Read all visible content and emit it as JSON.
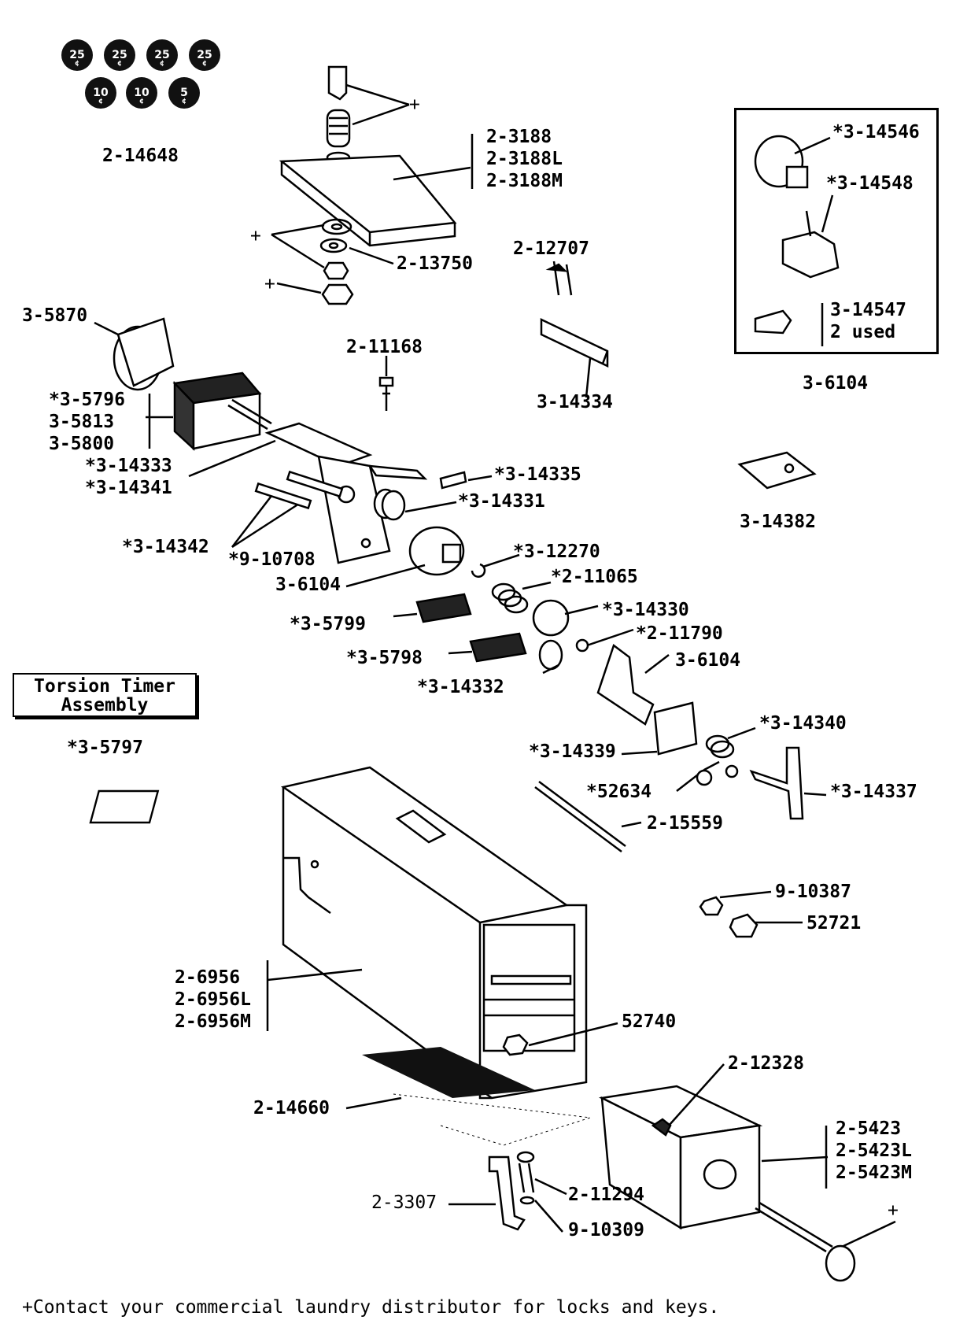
{
  "coins": {
    "row1": [
      "25",
      "25",
      "25",
      "25"
    ],
    "row2": [
      "10",
      "10",
      "5"
    ],
    "unit": "¢"
  },
  "title": [
    "Torsion Timer",
    "Assembly"
  ],
  "footnote": "+Contact your commercial laundry distributor for locks and keys.",
  "inset": {
    "labels": {
      "a": "*3-14546",
      "b": "*3-14548",
      "c": [
        "3-14547",
        "2 used"
      ]
    },
    "caption": "3-6104"
  },
  "parts": {
    "p14648": "2-14648",
    "p3188": [
      "2-3188",
      "2-3188L",
      "2-3188M"
    ],
    "plus1": "+",
    "plus2": "+",
    "plus3": "+",
    "p13750": "2-13750",
    "p12707": "2-12707",
    "p5870": "3-5870",
    "p11168": "2-11168",
    "p14334": "3-14334",
    "p5796": [
      "*3-5796",
      "3-5813",
      "3-5800"
    ],
    "p14333": [
      "*3-14333",
      "*3-14341"
    ],
    "p14335": "*3-14335",
    "p14331": "*3-14331",
    "p14382": "3-14382",
    "p14342": "*3-14342",
    "p10708": "*9-10708",
    "p6104a": "3-6104",
    "p12270": "*3-12270",
    "p11065": "*2-11065",
    "p5799": "*3-5799",
    "p14330": "*3-14330",
    "p11790": "*2-11790",
    "p5798": "*3-5798",
    "p6104b": "3-6104",
    "p14332": "*3-14332",
    "p5797": "*3-5797",
    "p14340": "*3-14340",
    "p14339": "*3-14339",
    "p52634": "*52634",
    "p14337": "*3-14337",
    "p15559": "2-15559",
    "p10387": "9-10387",
    "p52721": "52721",
    "p6956": [
      "2-6956",
      "2-6956L",
      "2-6956M"
    ],
    "p52740": "52740",
    "p12328": "2-12328",
    "p14660": "2-14660",
    "p5423": [
      "2-5423",
      "2-5423L",
      "2-5423M"
    ],
    "p11294": "2-11294",
    "p3307": "2-3307",
    "p10309": "9-10309",
    "plus4": "+"
  }
}
